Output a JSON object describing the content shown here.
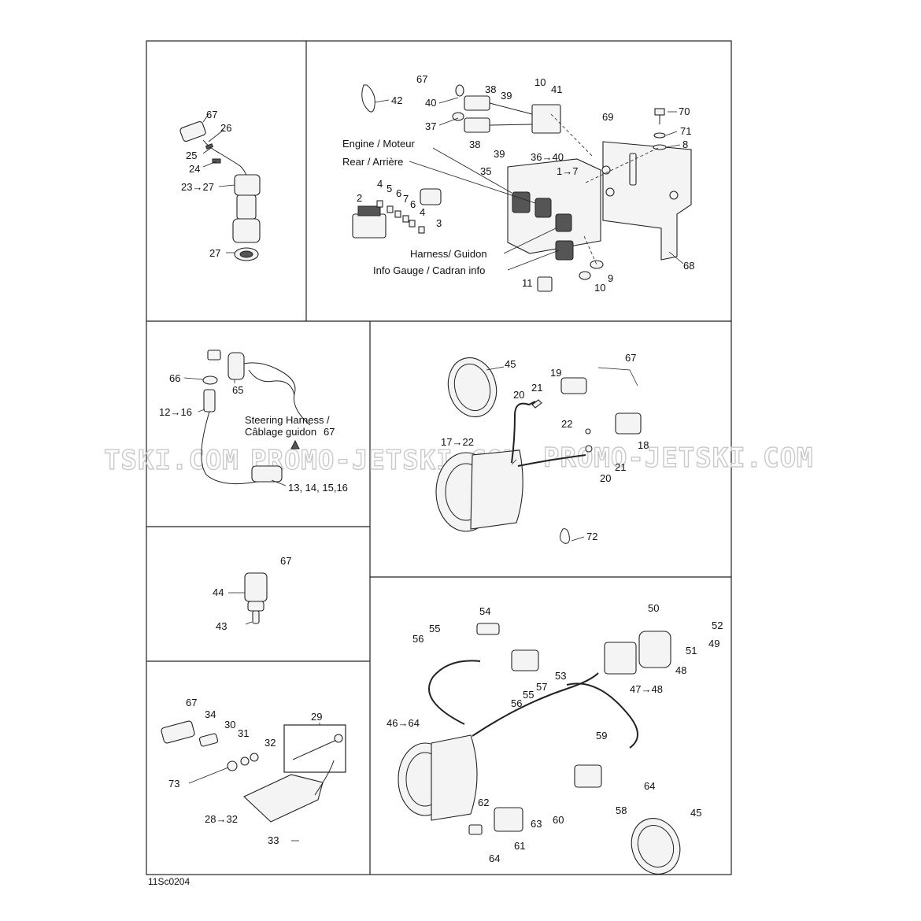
{
  "watermark": "PROMO-JETSKI.COM",
  "watermark_left": "TSKI.COM",
  "figure_code": "11Sc0204",
  "text_labels": {
    "engine": "Engine / Moteur",
    "rear": "Rear / Arrière",
    "harness": "Harness/ Guidon",
    "info_gauge": "Info Gauge / Cadran info",
    "steering_1": "Steering Harness /",
    "steering_2": "Câblage guidon"
  },
  "callouts": {
    "p1": [
      "67",
      "26",
      "25",
      "24",
      "23→27",
      "27"
    ],
    "p2": [
      "67",
      "40",
      "37",
      "38",
      "39",
      "38",
      "39",
      "10",
      "41",
      "42",
      "36→40",
      "69",
      "70",
      "71",
      "8",
      "35",
      "1→7",
      "2",
      "4",
      "5",
      "6",
      "7",
      "6",
      "4",
      "3",
      "11",
      "10",
      "9",
      "68"
    ],
    "p3": [
      "66",
      "65",
      "12→16",
      "67",
      "13, 14, 15,16"
    ],
    "p4": [
      "45",
      "19",
      "67",
      "20",
      "21",
      "17→22",
      "22",
      "18",
      "20",
      "21",
      "72"
    ],
    "p5": [
      "67",
      "44",
      "43"
    ],
    "p6": [
      "67",
      "34",
      "30",
      "31",
      "32",
      "29",
      "73",
      "28→32",
      "33"
    ],
    "p7": [
      "54",
      "55",
      "56",
      "53",
      "57",
      "55",
      "56",
      "50",
      "52",
      "51",
      "49",
      "48",
      "47→48",
      "46→64",
      "59",
      "64",
      "58",
      "62",
      "63",
      "60",
      "61",
      "64",
      "45"
    ]
  }
}
